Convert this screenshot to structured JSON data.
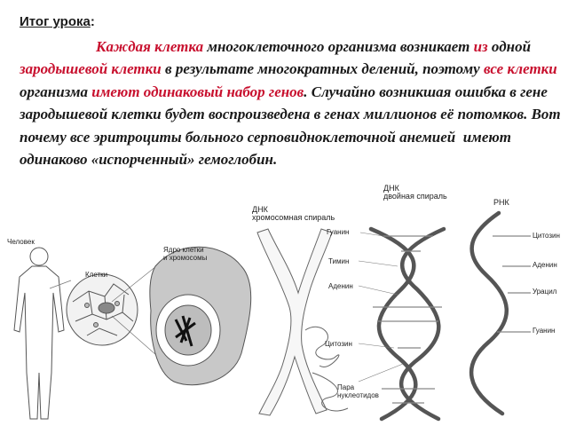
{
  "summary": {
    "title": "Итог урока",
    "title_colon": ":",
    "segments": [
      {
        "text": "Каждая клетка",
        "color": "#c8102e"
      },
      {
        "text": " многоклеточного организма возникает ",
        "color": "#1a1a1a"
      },
      {
        "text": "из",
        "color": "#c8102e"
      },
      {
        "text": " одной ",
        "color": "#1a1a1a"
      },
      {
        "text": "зародышевой клетки",
        "color": "#c8102e"
      },
      {
        "text": " в результате многократных делений, поэтому ",
        "color": "#1a1a1a"
      },
      {
        "text": "все клетки",
        "color": "#c8102e"
      },
      {
        "text": " организма ",
        "color": "#1a1a1a"
      },
      {
        "text": "имеют одинаковый набор генов",
        "color": "#c8102e"
      },
      {
        "text": ". Случайно возникшая ошибка в гене зародышевой клетки будет воспроизведена в генах миллионов её потомков. Вот почему все эритроциты больного серповидноклеточной анемией  имеют ",
        "color": "#1a1a1a"
      },
      {
        "text": "                  одинаково «испорченный» гемоглобин.",
        "color": "#1a1a1a"
      }
    ]
  },
  "figure": {
    "human": "Человек",
    "cells": "Клетки",
    "nucleus_line1": "Ядро клетки",
    "nucleus_line2": "и хромосомы",
    "dna_spiral_line1": "ДНК",
    "dna_spiral_line2": "хромосомная спираль",
    "dna_double_line1": "ДНК",
    "dna_double_line2": "двойная спираль",
    "rna": "РНК",
    "guanine": "Гуанин",
    "thymine": "Тимин",
    "adenine": "Аденин",
    "cytosine": "Цитозин",
    "pair_line1": "Пара",
    "pair_line2": "нуклеотидов",
    "r_cytosine": "Цитозин",
    "r_adenine": "Аденин",
    "r_uracil": "Урацил",
    "r_guanine": "Гуанин"
  }
}
